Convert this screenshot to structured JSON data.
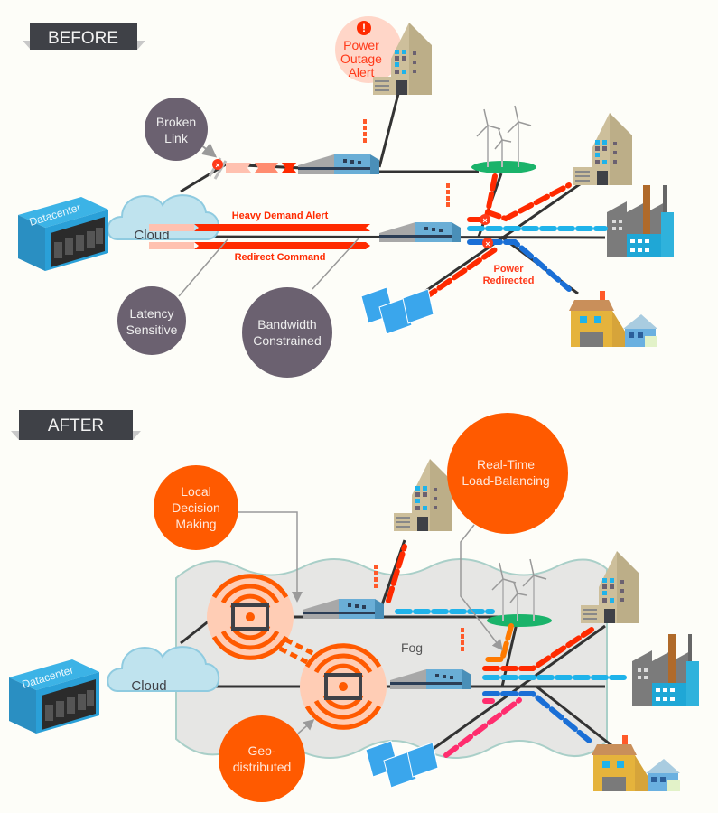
{
  "before": {
    "section_label": "BEFORE",
    "callouts": {
      "broken_link": [
        "Broken",
        "Link"
      ],
      "latency": [
        "Latency",
        "Sensitive"
      ],
      "bandwidth": [
        "Bandwidth",
        "Constrained"
      ],
      "power_outage": [
        "Power",
        "Outage",
        "Alert"
      ]
    },
    "flow_labels": {
      "heavy_demand": "Heavy Demand Alert",
      "redirect": "Redirect Command",
      "power_redirected": [
        "Power",
        "Redirected"
      ]
    },
    "datacenter_label": "Datacenter",
    "cloud_label": "Cloud"
  },
  "after": {
    "section_label": "AFTER",
    "callouts": {
      "local_decision": [
        "Local",
        "Decision",
        "Making"
      ],
      "load_balancing": [
        "Real-Time",
        "Load-Balancing"
      ],
      "geo_distributed": [
        "Geo-",
        "distributed"
      ]
    },
    "fog_label": "Fog",
    "datacenter_label": "Datacenter",
    "cloud_label": "Cloud"
  },
  "colors": {
    "gray_callout": "#6b6170",
    "orange_callout": "#ff5a00",
    "alert_red": "#ff2a00",
    "alert_pink": "#ffd6c8",
    "light_blue": "#1fb3ea",
    "dark_blue": "#1a6fd6",
    "magenta": "#ff2d6e",
    "label_dark": "#3f4147",
    "fog": "#e6e6e4",
    "cloud": "#bfe3ee"
  }
}
